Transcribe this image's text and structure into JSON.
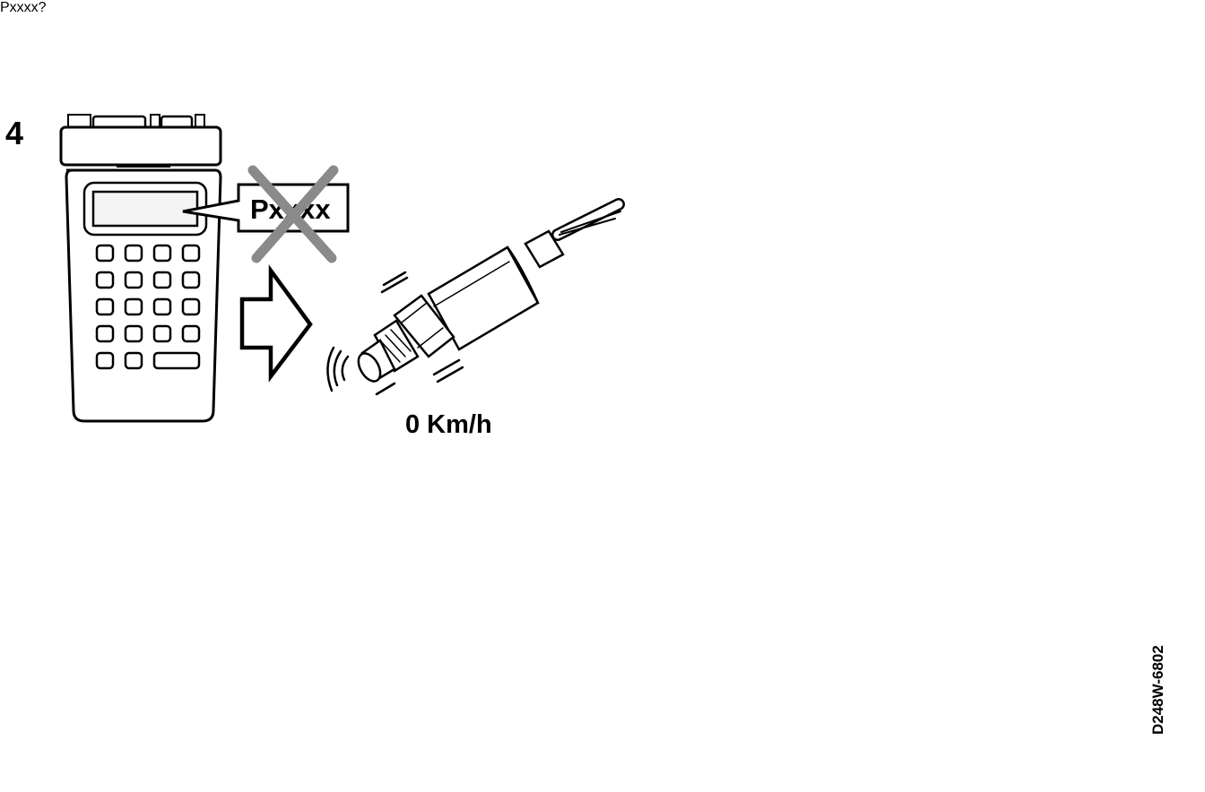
{
  "step": "4",
  "bubble_left": "Pxxxx",
  "bubble_right": "Pxxxx?",
  "speed_label": "0 Km/h",
  "figure_code": "D248W-6802",
  "icons": [
    "scan-tool-icon",
    "arrow-right-icon",
    "speed-sensor-icon",
    "vacuum-valve-icon",
    "crossed-out-mark-icon"
  ],
  "colors": {
    "ink": "#000000",
    "paper": "#ffffff",
    "screen": "#f4f4f4",
    "cross": "#8a8a8a"
  }
}
